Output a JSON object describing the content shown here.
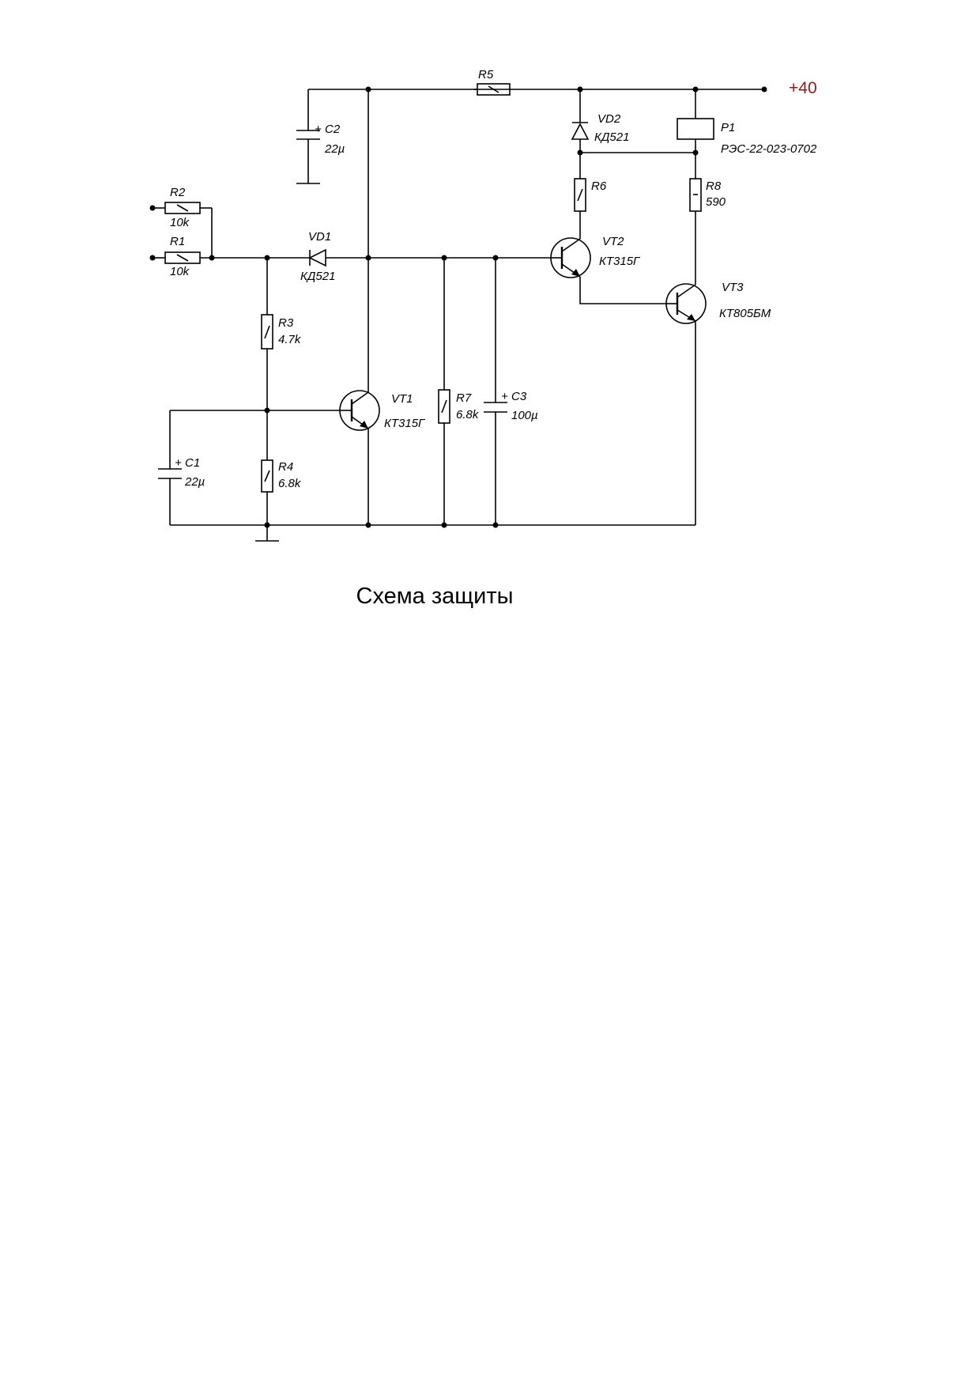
{
  "caption": "Схема защиты",
  "supply": {
    "label": "+40",
    "color": "#8b1a1a"
  },
  "components": {
    "R1": {
      "ref": "R1",
      "value": "10k"
    },
    "R2": {
      "ref": "R2",
      "value": "10k"
    },
    "R3": {
      "ref": "R3",
      "value": "4.7k"
    },
    "R4": {
      "ref": "R4",
      "value": "6.8k"
    },
    "R5": {
      "ref": "R5"
    },
    "R6": {
      "ref": "R6"
    },
    "R7": {
      "ref": "R7",
      "value": "6.8k"
    },
    "R8": {
      "ref": "R8",
      "value": "590"
    },
    "C1": {
      "ref": "C1",
      "value": "22µ",
      "plus": "+"
    },
    "C2": {
      "ref": "C2",
      "value": "22µ",
      "plus": "+"
    },
    "C3": {
      "ref": "C3",
      "value": "100µ",
      "plus": "+"
    },
    "VD1": {
      "ref": "VD1",
      "part": "КД521"
    },
    "VD2": {
      "ref": "VD2",
      "part": "КД521"
    },
    "VT1": {
      "ref": "VT1",
      "part": "КТ315Г"
    },
    "VT2": {
      "ref": "VT2",
      "part": "КТ315Г"
    },
    "VT3": {
      "ref": "VT3",
      "part": "КТ805БМ"
    },
    "P1": {
      "ref": "P1",
      "part": "РЭС-22-023-0702"
    }
  }
}
